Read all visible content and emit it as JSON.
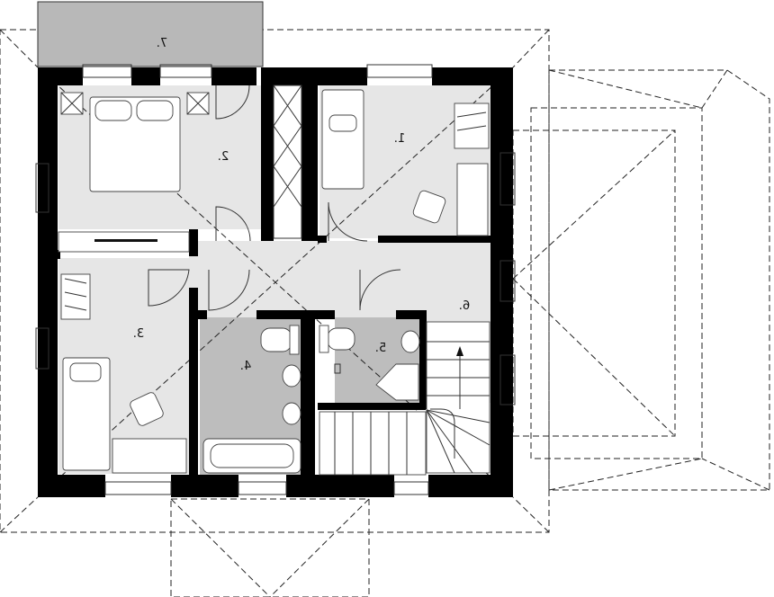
{
  "plan": {
    "rooms": [
      {
        "id": "room-1",
        "label": "1."
      },
      {
        "id": "room-2",
        "label": "2."
      },
      {
        "id": "room-3",
        "label": "3."
      },
      {
        "id": "room-4",
        "label": "4."
      },
      {
        "id": "room-5",
        "label": "5."
      },
      {
        "id": "room-6",
        "label": "6."
      },
      {
        "id": "room-7",
        "label": "7."
      }
    ],
    "colors": {
      "room_fill": "#e6e6e6",
      "bathroom_fill": "#bdbdbd",
      "balcony_fill": "#b8b8b8",
      "wall": "#000000",
      "roof_line": "#222222"
    }
  }
}
